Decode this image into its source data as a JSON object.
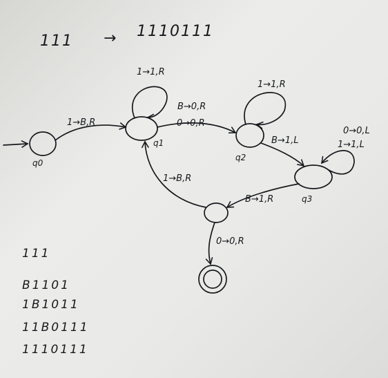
{
  "title": {
    "input": "111",
    "arrow": "→",
    "output": "1110111"
  },
  "states": [
    {
      "id": "q0",
      "label": "q0"
    },
    {
      "id": "q1",
      "label": "q1"
    },
    {
      "id": "q2",
      "label": "q2"
    },
    {
      "id": "q3",
      "label": "q3"
    },
    {
      "id": "q4",
      "label": ""
    },
    {
      "id": "qf",
      "label": ""
    }
  ],
  "transitions": [
    {
      "id": "q0-q1",
      "label": "1→B,R"
    },
    {
      "id": "q1-loop",
      "label": "1→1,R"
    },
    {
      "id": "q1-q2",
      "label": "B→0,R"
    },
    {
      "id": "q1-q2b",
      "label": "0→0,R"
    },
    {
      "id": "q2-loop",
      "label": "1→1,R"
    },
    {
      "id": "q2-q3",
      "label": "B→1,L"
    },
    {
      "id": "q3-loop-a",
      "label": "0→0,L"
    },
    {
      "id": "q3-loop-b",
      "label": "1→1,L"
    },
    {
      "id": "q3-q4",
      "label": "B→1,R"
    },
    {
      "id": "q4-q1",
      "label": "1→B,R"
    },
    {
      "id": "q4-qf",
      "label": "0→0,R"
    }
  ],
  "trace": [
    "111",
    "B1101",
    "1B1011",
    "11B0111",
    "1110111"
  ]
}
